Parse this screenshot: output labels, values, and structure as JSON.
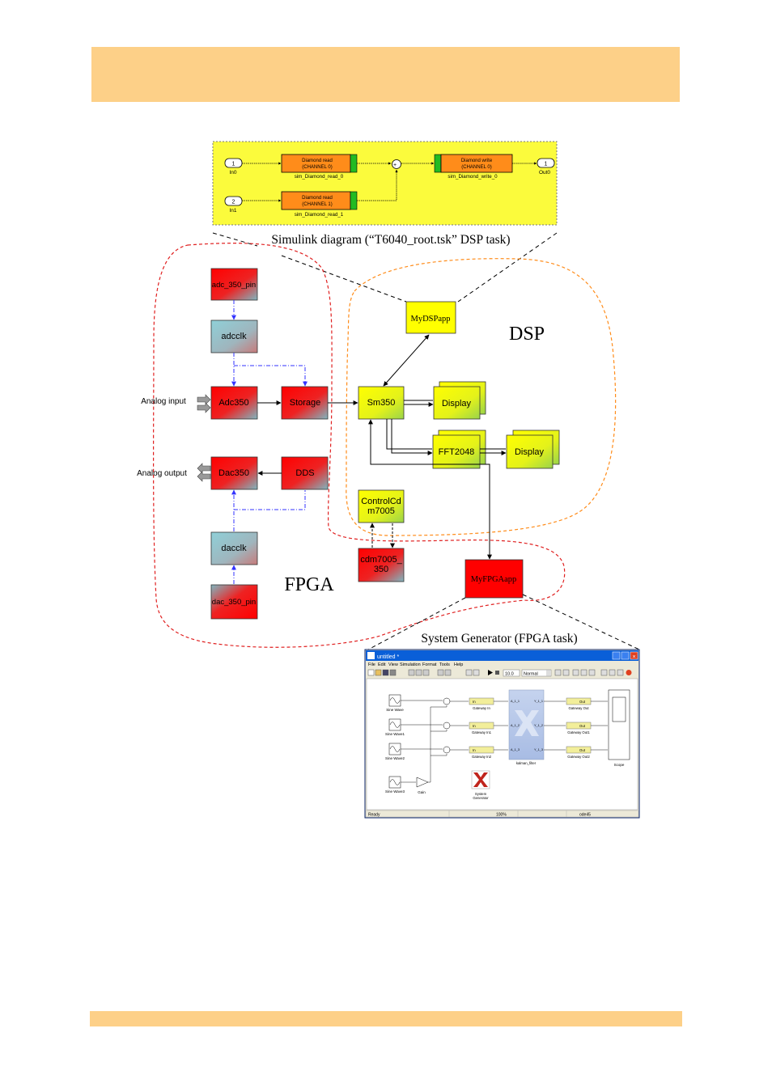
{
  "simulink": {
    "caption": "Simulink diagram (“T6040_root.tsk” DSP task)",
    "in0": {
      "num": "1",
      "label": "In0"
    },
    "in1": {
      "num": "2",
      "label": "In1"
    },
    "out0": {
      "num": "1",
      "label": "Out0"
    },
    "read0": {
      "line1": "Diamond read",
      "line2": "(CHANNEL 0)",
      "sub": "sim_Diamond_read_0"
    },
    "read1": {
      "line1": "Diamond read",
      "line2": "(CHANNEL 1)",
      "sub": "sim_Diamond_read_1"
    },
    "write0": {
      "line1": "Diamond write",
      "line2": "(CHANNEL 0)",
      "sub": "sim_Diamond_write_0"
    },
    "sum_sign": "+"
  },
  "regions": {
    "dsp_label": "DSP",
    "fpga_label": "FPGA"
  },
  "blocks": {
    "adc_pin": "adc_350_pin",
    "adcclk": "adcclk",
    "adc350": "Adc350",
    "storage": "Storage",
    "sm": "Sm350",
    "display1": "Display",
    "fft": "FFT2048",
    "display2": "Display",
    "dac350": "Dac350",
    "dds": "DDS",
    "dacclk": "dacclk",
    "dac_pin": "dac_350_pin",
    "controlcdm": [
      "ControlCd",
      "m7005"
    ],
    "cdm": [
      "cdm7005_",
      "350"
    ],
    "mydspapp": "MyDSPapp",
    "myfpgaapp": "MyFPGAapp"
  },
  "labels": {
    "analog_input": "Analog input",
    "analog_output": "Analog output"
  },
  "sysgen": {
    "caption": "System Generator (FPGA task)",
    "window_title": "untitled *",
    "menu": [
      "File",
      "Edit",
      "View",
      "Simulation",
      "Format",
      "Tools",
      "Help"
    ],
    "stop_time": "10.0",
    "mode": "Normal",
    "sources": [
      "Sine Wave",
      "Sine Wave1",
      "Sine Wave2",
      "Sine Wave3"
    ],
    "gateways_in": [
      "Gateway In",
      "Gateway In1",
      "Gateway In2"
    ],
    "gateways_out": [
      "Gateway Out",
      "Gateway Out1",
      "Gateway Out2"
    ],
    "gw_in_text": "In",
    "gw_out_text": "Out",
    "filter_name": "kalman_filter",
    "filter_ports_in": [
      "A_1_1",
      "A_1_2",
      "A_1_3"
    ],
    "filter_ports_out": [
      "Y_1_1",
      "Y_1_2",
      "Y_1_3"
    ],
    "gain": "Gain",
    "scope": "Scope",
    "sysgen_block": [
      "System",
      "Generator"
    ],
    "status": [
      "Ready",
      "100%",
      "ode45"
    ]
  },
  "colors": {
    "band": "#fdd088",
    "fpga_red": "#ff0000",
    "dsp_yellow": "#ffff00",
    "simulink_bg": "#fbfb3c",
    "sl_block": "#ff8c1a"
  }
}
